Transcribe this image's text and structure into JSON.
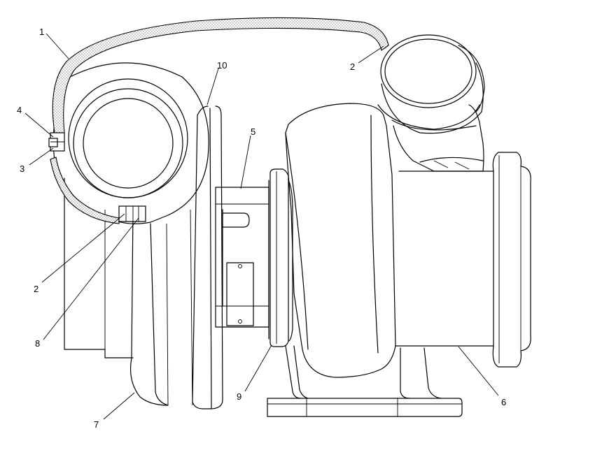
{
  "callouts": {
    "c1": "1",
    "c2_top": "2",
    "c4": "4",
    "c3": "3",
    "c10": "10",
    "c5": "5",
    "c2_low": "2",
    "c8": "8",
    "c7": "7",
    "c9": "9",
    "c6": "6"
  }
}
